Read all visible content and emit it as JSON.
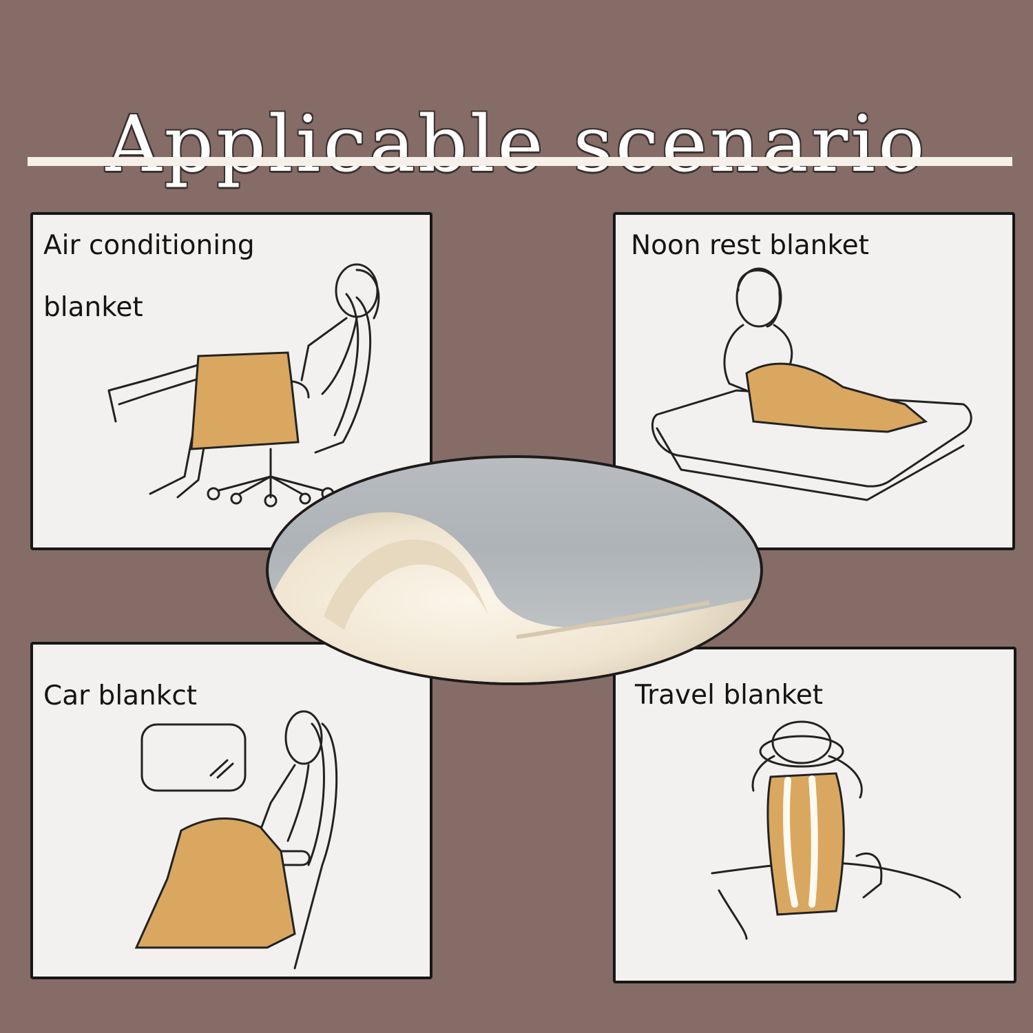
{
  "title": "Applicable scenario",
  "panels": [
    {
      "label_line1": "Air conditioning",
      "label_line2": "blanket",
      "icon": "office-chair-woman-icon"
    },
    {
      "label": "Noon rest blanket",
      "icon": "mattress-woman-icon"
    },
    {
      "label": "Car blankct",
      "icon": "car-seat-woman-icon"
    },
    {
      "label": "Travel blanket",
      "icon": "sitting-woman-hat-icon"
    }
  ],
  "colors": {
    "background": "#856c66",
    "panel": "#f2f1ef",
    "blanket": "#d9a760",
    "fleece": "#f4ede0"
  }
}
